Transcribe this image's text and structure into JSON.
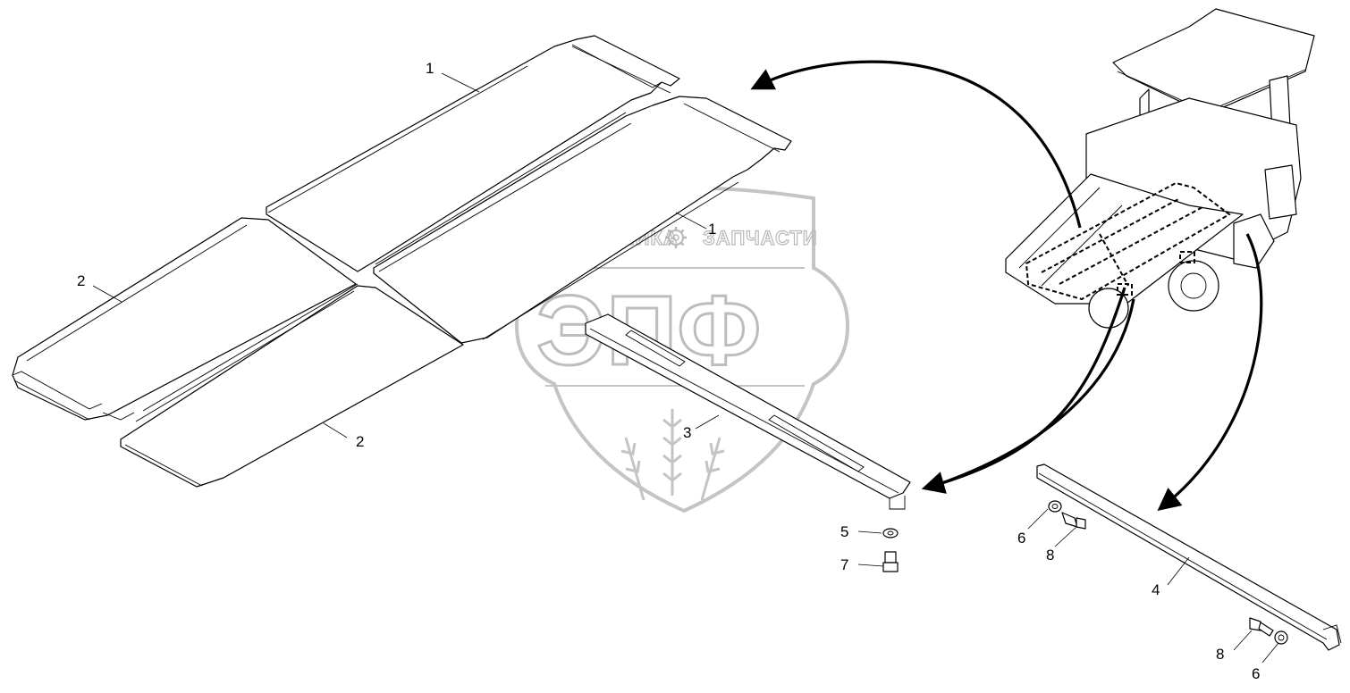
{
  "watermark": {
    "top_text_left": "ТЕХНИКА",
    "top_text_right": "ЗАПЧАСТИ",
    "big_text": "ЭПФ",
    "gear_icon": "gear-icon",
    "wheat_icon": "wheat-icon"
  },
  "callouts": [
    {
      "id": "callout-1a",
      "label": "1"
    },
    {
      "id": "callout-1b",
      "label": "1"
    },
    {
      "id": "callout-2a",
      "label": "2"
    },
    {
      "id": "callout-2b",
      "label": "2"
    },
    {
      "id": "callout-3",
      "label": "3"
    },
    {
      "id": "callout-4",
      "label": "4"
    },
    {
      "id": "callout-5",
      "label": "5"
    },
    {
      "id": "callout-6a",
      "label": "6"
    },
    {
      "id": "callout-6b",
      "label": "6"
    },
    {
      "id": "callout-7",
      "label": "7"
    },
    {
      "id": "callout-8a",
      "label": "8"
    },
    {
      "id": "callout-8b",
      "label": "8"
    }
  ],
  "colors": {
    "line": "#000000",
    "watermark": "#bdbdbd",
    "background": "#ffffff"
  }
}
